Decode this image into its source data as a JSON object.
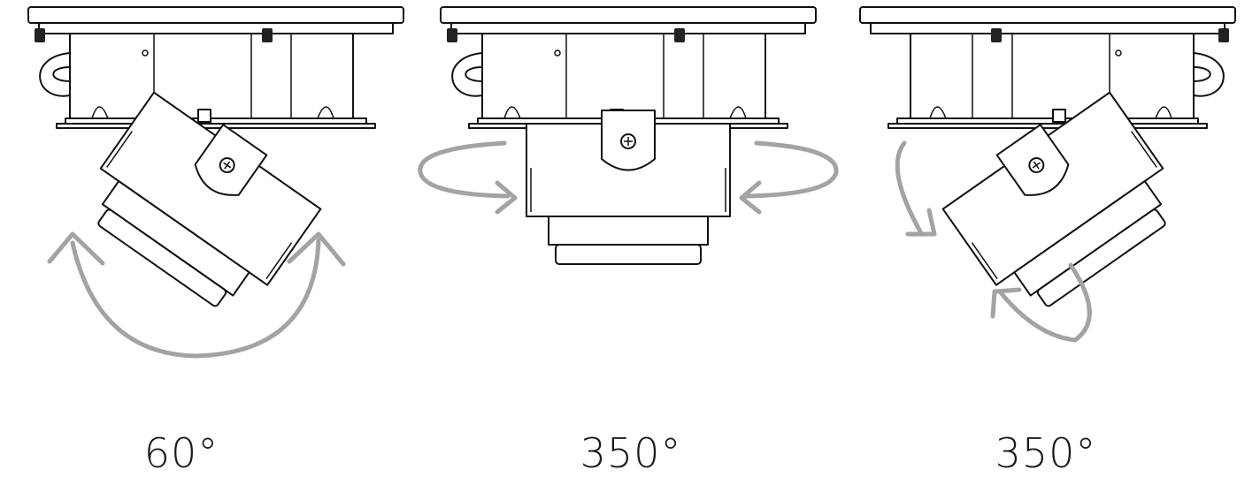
{
  "labels": {
    "tilt_angle": "60°",
    "rotation_angle": "350°",
    "rotation_angle_2": "350°"
  },
  "colors": {
    "line": "#111111",
    "arrow": "#a3a3a3",
    "background": "#ffffff"
  }
}
